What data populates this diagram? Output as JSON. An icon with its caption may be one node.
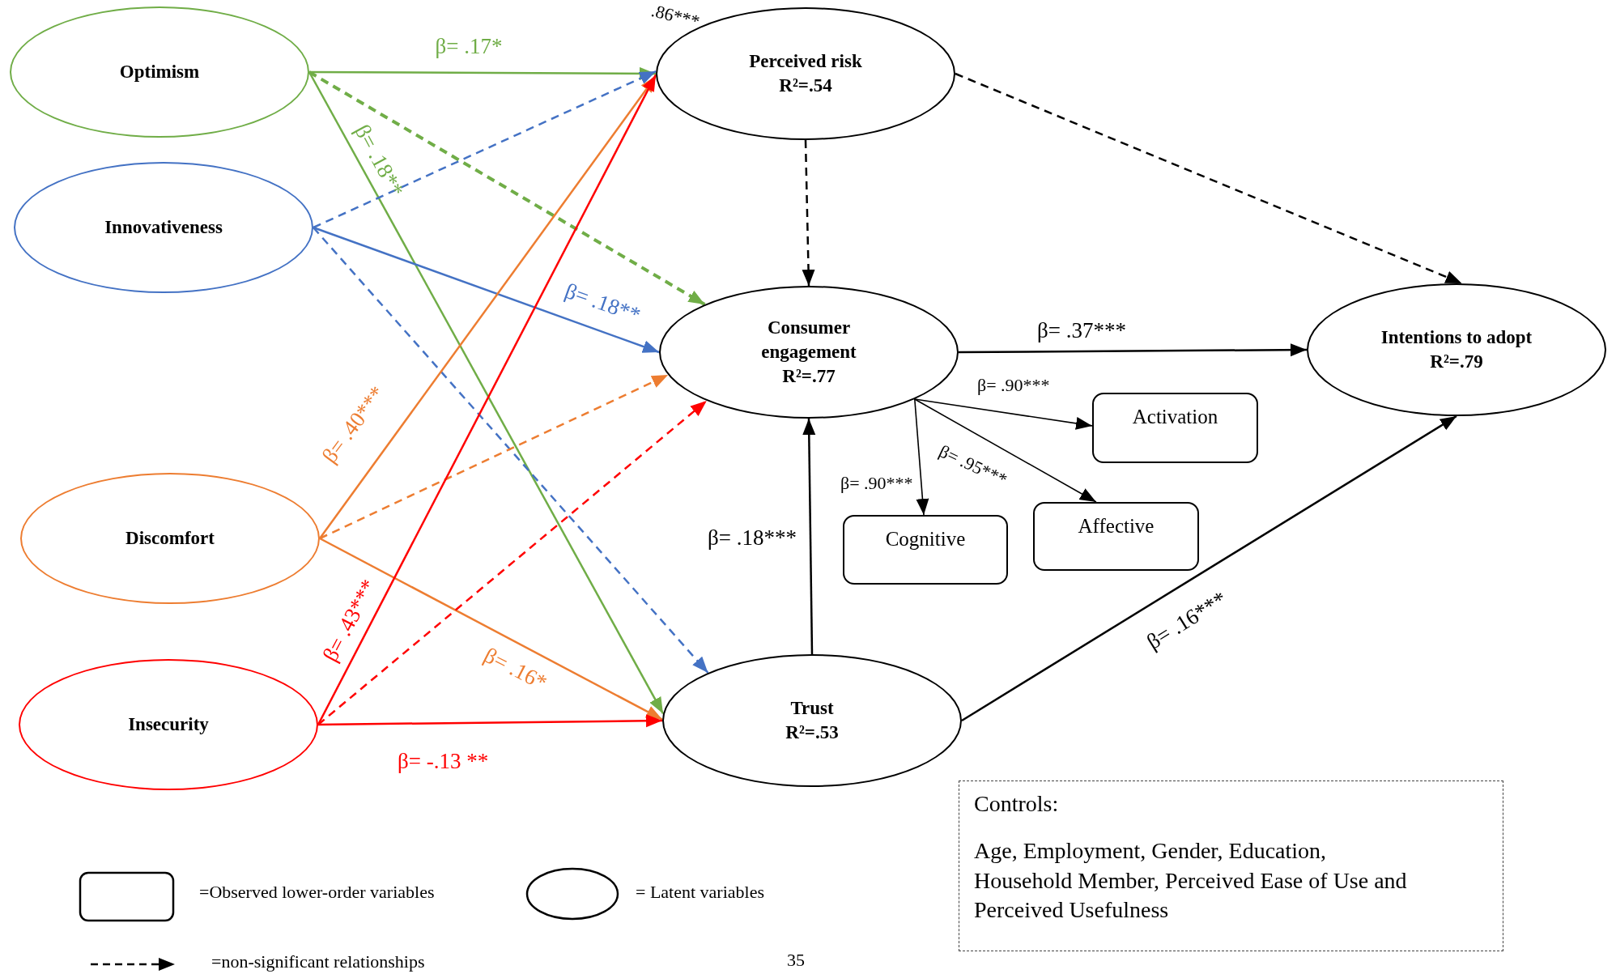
{
  "diagram": {
    "nodes": [
      {
        "text": [
          "Optimism"
        ]
      },
      {
        "text": [
          "Innovativeness"
        ]
      },
      {
        "text": [
          "Discomfort"
        ]
      },
      {
        "text": [
          "Insecurity"
        ]
      },
      {
        "text": [
          "Perceived risk",
          "R²=.54"
        ]
      },
      {
        "text": [
          "Consumer engagement",
          "R²=.77"
        ]
      },
      {
        "text": [
          "Trust",
          "R²=.53"
        ]
      },
      {
        "text": [
          "Intentions to adopt",
          "R²=.79"
        ]
      },
      {
        "text": [
          "Activation"
        ]
      },
      {
        "text": [
          "Cognitive"
        ]
      },
      {
        "text": [
          "Affective"
        ]
      },
      {
        "text": [
          "Controls:",
          "Age, Employment, Gender, Education, Household Member, Perceived Ease of Use and Perceived Usefulness"
        ]
      }
    ],
    "edges": [
      {
        "from": 0,
        "to": 4,
        "arrow": "to",
        "label": "β= .17*",
        "color": "#70ad47"
      },
      {
        "from": 0,
        "to": 5,
        "arrow": "to",
        "style": "dashed",
        "color": "#70ad47"
      },
      {
        "from": 0,
        "to": 6,
        "arrow": "to",
        "label": "β= .18**",
        "color": "#70ad47"
      },
      {
        "from": 1,
        "to": 4,
        "arrow": "to",
        "style": "dashed",
        "color": "#4472c4"
      },
      {
        "from": 1,
        "to": 5,
        "arrow": "to",
        "label": "β= .18**",
        "color": "#4472c4"
      },
      {
        "from": 1,
        "to": 6,
        "arrow": "to",
        "style": "dashed",
        "color": "#4472c4"
      },
      {
        "from": 2,
        "to": 4,
        "arrow": "to",
        "label": "β= .40***",
        "color": "#ed7d31"
      },
      {
        "from": 2,
        "to": 5,
        "arrow": "to",
        "style": "dashed",
        "color": "#ed7d31"
      },
      {
        "from": 2,
        "to": 6,
        "arrow": "to",
        "label": "β= .16*",
        "color": "#ed7d31"
      },
      {
        "from": 3,
        "to": 4,
        "arrow": "to",
        "label": "β= .43***",
        "color": "#ff0000"
      },
      {
        "from": 3,
        "to": 5,
        "arrow": "to",
        "style": "dashed",
        "color": "#ff0000"
      },
      {
        "from": 3,
        "to": 6,
        "arrow": "to",
        "label": "β= -.13 **",
        "color": "#ff0000"
      },
      {
        "from": 4,
        "to": 5,
        "arrow": "to",
        "style": "dashed"
      },
      {
        "from": 4,
        "to": 7,
        "arrow": "to",
        "style": "dashed"
      },
      {
        "from": 5,
        "to": 7,
        "arrow": "to",
        "label": "β= .37***"
      },
      {
        "from": 6,
        "to": 5,
        "arrow": "to",
        "label": "β= .18***"
      },
      {
        "from": 6,
        "to": 7,
        "arrow": "to",
        "label": "β= .16***"
      },
      {
        "from": 5,
        "to": 8,
        "arrow": "to",
        "label": "β= .90***"
      },
      {
        "from": 5,
        "to": 10,
        "arrow": "to",
        "label": "β= .95***"
      },
      {
        "from": 5,
        "to": 9,
        "arrow": "to",
        "label": "β= .90***"
      }
    ],
    "labels": [
      ".86***",
      "35"
    ],
    "legend": [
      {
        "text": "=Observed lower-order variables"
      },
      {
        "text": "= Latent variables"
      },
      {
        "text": "=non-significant relationships"
      }
    ]
  }
}
